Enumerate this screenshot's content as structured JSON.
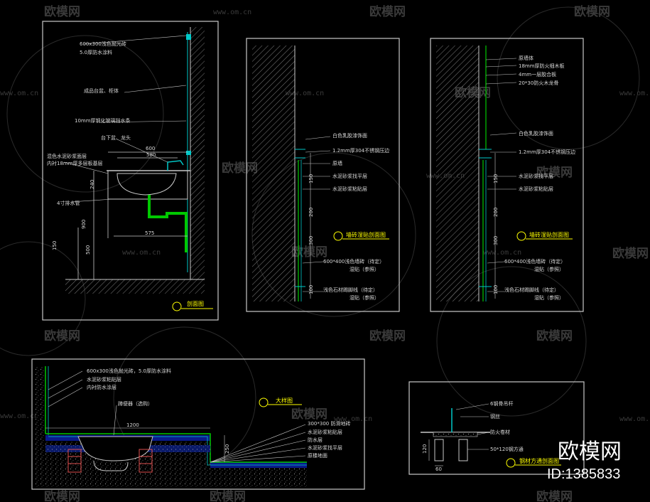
{
  "watermarks": {
    "logo_text": "欧模网",
    "url_text": "www.om.cn"
  },
  "brand": {
    "name": "欧模网",
    "id": "ID:1385833"
  },
  "panel_section": {
    "title": "剖面图",
    "labels": [
      "600x300浅色抛光砖",
      "5.0厚防水涂料",
      "成品台盆、柜体",
      "10mm厚钢化玻璃挡水条",
      "台下盆、龙头",
      "混色水泥砂浆面层",
      "内衬18mm厚多层板基层",
      "4寸排水管"
    ],
    "dims": [
      "600",
      "580",
      "240",
      "900",
      "575",
      "500",
      "150"
    ]
  },
  "panel_detail1": {
    "title": "墙砖湿贴剖面图",
    "labels": [
      "白色乳胶漆饰面",
      "1.2mm厚304不锈钢压边",
      "原墙",
      "水泥砂浆找平层",
      "水泥砂浆粘贴层",
      "600*400浅色墙砖（待定）",
      "湿贴（参照）",
      "浅色石材踢脚线（待定）",
      "湿贴（参照）"
    ],
    "dims": [
      "150",
      "200",
      "300",
      "100"
    ]
  },
  "panel_detail2": {
    "title": "墙砖湿贴剖面图",
    "labels": [
      "原墙体",
      "18mm厚防火细木板",
      "4mm一层胶合板",
      "20*30防火木龙骨",
      "白色乳胶漆饰面",
      "1.2mm厚304不锈钢压边",
      "水泥砂浆找平层",
      "水泥砂浆粘贴层",
      "600*400浅色墙砖（待定）",
      "湿贴（参照）",
      "浅色石材踢脚线（待定）",
      "湿贴（参照）"
    ],
    "dims": [
      "150",
      "200",
      "300",
      "100"
    ]
  },
  "panel_toilet": {
    "title": "大样图",
    "labels": [
      "600x300浅色抛光砖，5.0厚防水涂料",
      "水泥砂浆粘贴层",
      "内衬防水涂层",
      "蹲便器（选购）",
      "300*300 防滑地砖",
      "水泥砂浆粘贴层",
      "防水层",
      "水泥砂浆找平层",
      "原楼地面"
    ],
    "dims": [
      "1200",
      "250"
    ]
  },
  "panel_parts": {
    "title": "钢材方通剖面图",
    "labels": [
      "6钢骨吊杆",
      "钢丝",
      "防火卷材",
      "50*120钢方通"
    ],
    "dims": [
      "120",
      "60"
    ]
  },
  "colors": {
    "frame": "#c8c8c8",
    "accent_green": "#00c800",
    "accent_cyan": "#00c8c8",
    "accent_yellow": "#ffff00",
    "water_blue": "#0a1a8a"
  }
}
